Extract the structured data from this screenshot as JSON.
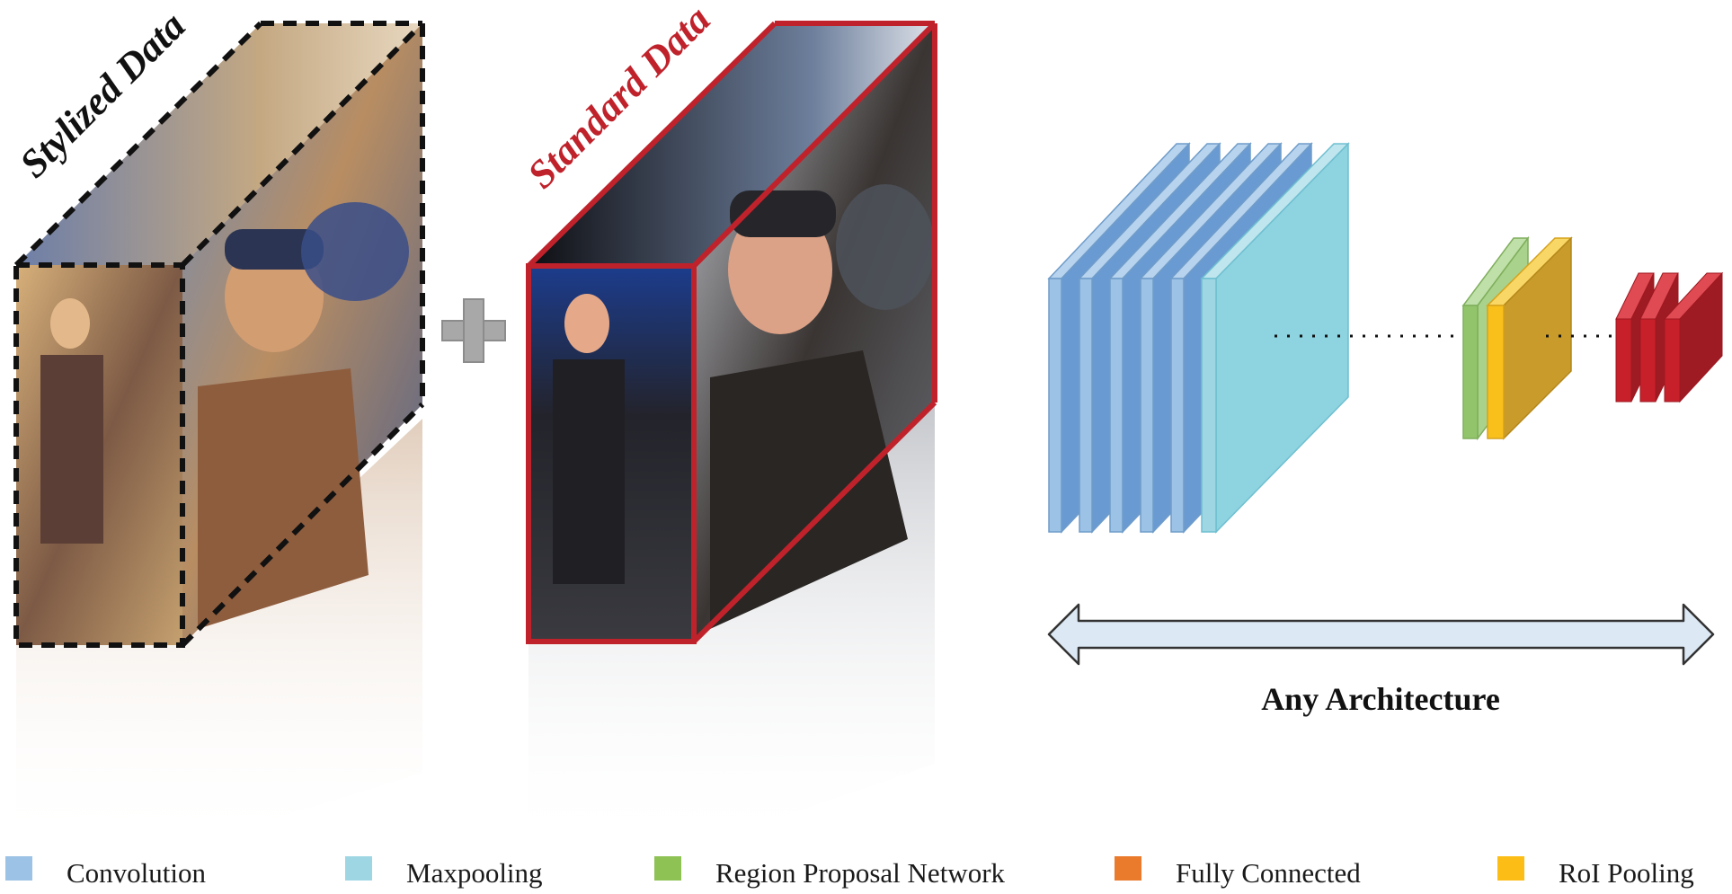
{
  "stylized": {
    "label": "Stylized Data"
  },
  "standard": {
    "label": "Standard Data"
  },
  "architecture": {
    "label": "Any Architecture"
  },
  "colors": {
    "convolution": "#9cc2e5",
    "maxpooling": "#8dd3e0",
    "rpn": "#92c56b",
    "fully_connected": "#e8782b",
    "roi_pooling": "#f9c01c",
    "stylized_frame": "#111111",
    "standard_frame": "#c0222b",
    "output_block": "#c8202b"
  },
  "legend": [
    {
      "label": "Convolution",
      "color": "#9cc2e5"
    },
    {
      "label": "Maxpooling",
      "color": "#9fd6e4"
    },
    {
      "label": "Region Proposal Network",
      "color": "#8ec255"
    },
    {
      "label": "Fully Connected",
      "color": "#ea7a2c"
    },
    {
      "label": "RoI Pooling",
      "color": "#fcbd16"
    }
  ]
}
